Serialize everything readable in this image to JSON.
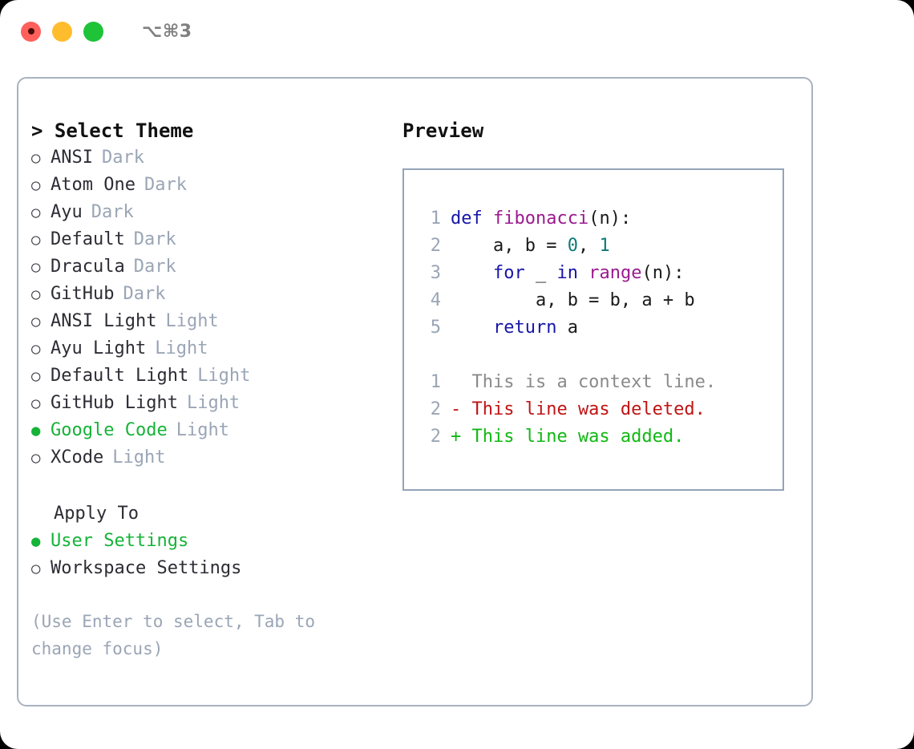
{
  "titlebar": {
    "shortcut": "⌥⌘3",
    "buttons": [
      {
        "name": "close",
        "color": "#ff605c"
      },
      {
        "name": "minimize",
        "color": "#ffbd2e"
      },
      {
        "name": "maximize",
        "color": "#1ec337"
      }
    ]
  },
  "theme_picker": {
    "heading": "> Select Theme",
    "options": [
      {
        "label": "ANSI",
        "tag": "Dark",
        "selected": false
      },
      {
        "label": "Atom One",
        "tag": "Dark",
        "selected": false
      },
      {
        "label": "Ayu",
        "tag": "Dark",
        "selected": false
      },
      {
        "label": "Default",
        "tag": "Dark",
        "selected": false
      },
      {
        "label": "Dracula",
        "tag": "Dark",
        "selected": false
      },
      {
        "label": "GitHub",
        "tag": "Dark",
        "selected": false
      },
      {
        "label": "ANSI Light",
        "tag": "Light",
        "selected": false
      },
      {
        "label": "Ayu Light",
        "tag": "Light",
        "selected": false
      },
      {
        "label": "Default Light",
        "tag": "Light",
        "selected": false
      },
      {
        "label": "GitHub Light",
        "tag": "Light",
        "selected": false
      },
      {
        "label": "Google Code",
        "tag": "Light",
        "selected": true
      },
      {
        "label": "XCode",
        "tag": "Light",
        "selected": false
      }
    ],
    "bullet_selected": "●",
    "bullet_unselected": "○"
  },
  "apply_to": {
    "title": "Apply To",
    "options": [
      {
        "label": "User Settings",
        "selected": true
      },
      {
        "label": "Workspace Settings",
        "selected": false
      }
    ]
  },
  "hint": "(Use Enter to select, Tab to change focus)",
  "preview": {
    "title": "Preview",
    "code_lines": [
      {
        "no": "1",
        "tokens": [
          {
            "t": "def",
            "c": "kw"
          },
          {
            "t": " ",
            "c": "plain"
          },
          {
            "t": "fibonacci",
            "c": "fn"
          },
          {
            "t": "(n):",
            "c": "plain"
          }
        ]
      },
      {
        "no": "2",
        "tokens": [
          {
            "t": "    a, b = ",
            "c": "plain"
          },
          {
            "t": "0",
            "c": "num"
          },
          {
            "t": ", ",
            "c": "plain"
          },
          {
            "t": "1",
            "c": "num"
          }
        ]
      },
      {
        "no": "3",
        "tokens": [
          {
            "t": "    ",
            "c": "plain"
          },
          {
            "t": "for",
            "c": "kw"
          },
          {
            "t": " _ ",
            "c": "plain"
          },
          {
            "t": "in",
            "c": "kw"
          },
          {
            "t": " ",
            "c": "plain"
          },
          {
            "t": "range",
            "c": "fn"
          },
          {
            "t": "(n):",
            "c": "plain"
          }
        ]
      },
      {
        "no": "4",
        "tokens": [
          {
            "t": "        a, b = b, a + b",
            "c": "plain"
          }
        ]
      },
      {
        "no": "5",
        "tokens": [
          {
            "t": "    ",
            "c": "plain"
          },
          {
            "t": "return",
            "c": "kw"
          },
          {
            "t": " a",
            "c": "plain"
          }
        ]
      }
    ],
    "diff_lines": [
      {
        "no": "1",
        "marker": " ",
        "text": "  This is a context line.",
        "kind": "ctx"
      },
      {
        "no": "2",
        "marker": "-",
        "text": "- This line was deleted.",
        "kind": "del"
      },
      {
        "no": "2",
        "marker": "+",
        "text": "+ This line was added.",
        "kind": "add"
      }
    ]
  },
  "colors": {
    "accent_green": "#16b338",
    "muted": "#9aa5b5",
    "border": "#94a3b8",
    "panel_border": "#a8b3c1",
    "keyword": "#1616a8",
    "function": "#9b1a8f",
    "number": "#0b7a78",
    "diff_delete": "#c01414",
    "diff_add": "#11b814",
    "diff_context": "#8a8a8a"
  }
}
